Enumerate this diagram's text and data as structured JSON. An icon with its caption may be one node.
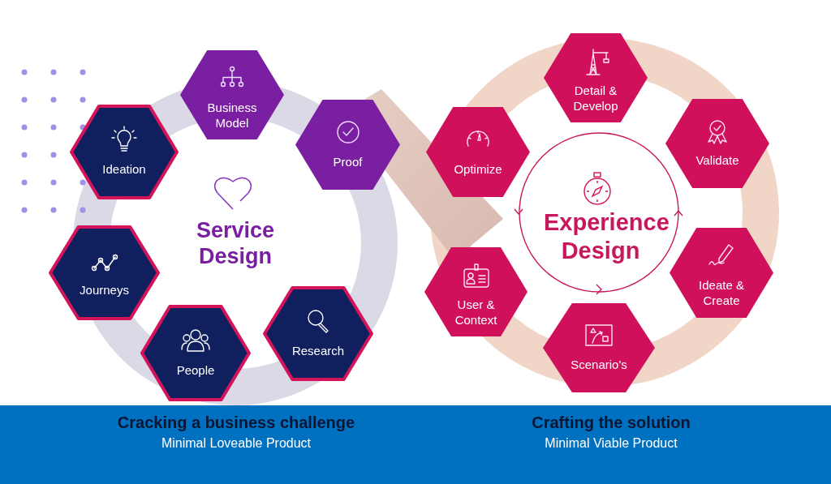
{
  "diagram": {
    "nodes": [
      {
        "text": [
          "Business Model"
        ]
      },
      {
        "text": [
          "Proof"
        ]
      },
      {
        "text": [
          "Ideation"
        ]
      },
      {
        "text": [
          "Journeys"
        ]
      },
      {
        "text": [
          "People"
        ]
      },
      {
        "text": [
          "Research"
        ]
      },
      {
        "text": [
          "Detail & Develop"
        ]
      },
      {
        "text": [
          "Optimize"
        ]
      },
      {
        "text": [
          "Validate"
        ]
      },
      {
        "text": [
          "User & Context"
        ]
      },
      {
        "text": [
          "Ideate & Create"
        ]
      },
      {
        "text": [
          "Scenario's"
        ]
      }
    ],
    "labels": [
      "Service Design",
      "Experience Design",
      "Cracking a business challenge",
      "Minimal Loveable Product",
      "Crafting the solution",
      "Minimal Viable Product"
    ]
  }
}
